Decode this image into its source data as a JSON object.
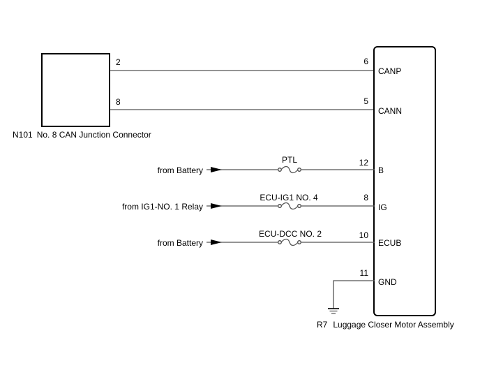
{
  "components": {
    "junction_connector": {
      "code": "N101",
      "name": "No. 8 CAN Junction Connector",
      "pins": [
        "2",
        "8"
      ]
    },
    "motor_assembly": {
      "code": "R7",
      "name": "Luggage Closer Motor Assembly",
      "terminals": [
        {
          "pin": "6",
          "name": "CANP"
        },
        {
          "pin": "5",
          "name": "CANN"
        },
        {
          "pin": "12",
          "name": "B"
        },
        {
          "pin": "8",
          "name": "IG"
        },
        {
          "pin": "10",
          "name": "ECUB"
        },
        {
          "pin": "11",
          "name": "GND"
        }
      ]
    }
  },
  "circuits": [
    {
      "source": "from Battery",
      "fuse": "PTL",
      "terminal": "B"
    },
    {
      "source": "from IG1-NO. 1 Relay",
      "fuse": "ECU-IG1 NO. 4",
      "terminal": "IG"
    },
    {
      "source": "from Battery",
      "fuse": "ECU-DCC NO. 2",
      "terminal": "ECUB"
    }
  ],
  "ground": {
    "terminal": "GND",
    "symbol": "ground-icon"
  }
}
